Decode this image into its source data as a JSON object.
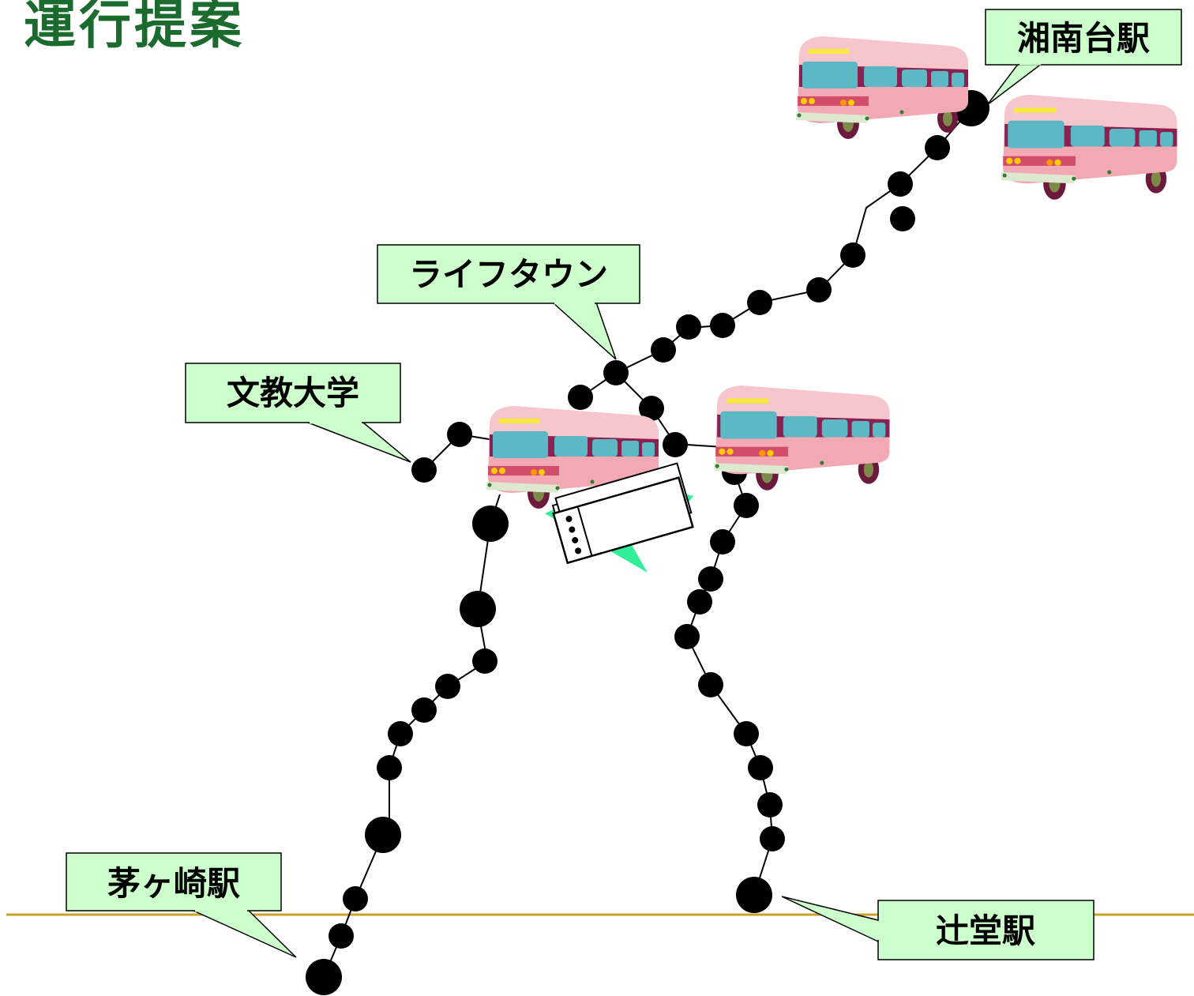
{
  "title": "運行提案",
  "colors": {
    "title": "#1b6b2f",
    "callout_fill": "#ccffcc",
    "route": "#000000",
    "ground_line": "#c9a227",
    "bus_body": "#f2a9b4",
    "bus_stripe": "#8b2150",
    "bus_window": "#5bb8c4",
    "ticket_accent": "#33ee99"
  },
  "stations": {
    "shonandai": "湘南台駅",
    "lifetown": "ライフタウン",
    "bunkyo": "文教大学",
    "chigasaki": "茅ヶ崎駅",
    "tsujido": "辻堂駅"
  },
  "icons": [
    "bus-icon",
    "ticket-icon"
  ]
}
